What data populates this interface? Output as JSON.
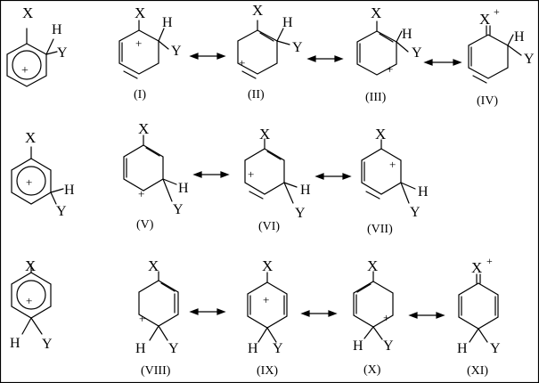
{
  "labels": {
    "I": "(I)",
    "II": "(II)",
    "III": "(III)",
    "IV": "(IV)",
    "V": "(V)",
    "VI": "(VI)",
    "VII": "(VII)",
    "VIII": "(VIII)",
    "IX": "(IX)",
    "X": "(X)",
    "XI": "(XI)"
  },
  "atoms": {
    "x": "X",
    "h": "H",
    "y": "Y",
    "plus": "+",
    "x_cation": "X⁺"
  }
}
